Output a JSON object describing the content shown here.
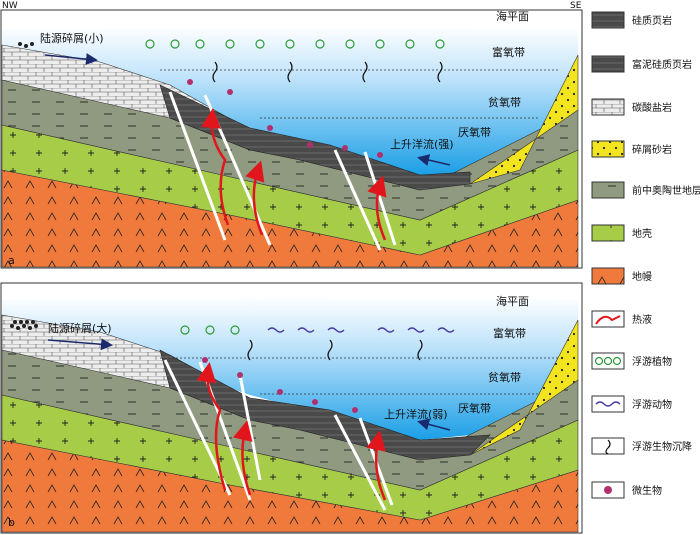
{
  "corner_labels": {
    "nw": "NW",
    "se": "SE"
  },
  "panel_a": {
    "label": "a",
    "sea_level": "海平面",
    "detritus": "陆源碎屑(小)",
    "oxic": "富氧带",
    "dysoxic": "贫氧带",
    "anoxic": "厌氧带",
    "upwelling": "上升洋流(强)"
  },
  "panel_b": {
    "label": "b",
    "sea_level": "海平面",
    "detritus": "陆源碎屑(大)",
    "oxic": "富氧带",
    "dysoxic": "贫氧带",
    "anoxic": "厌氧带",
    "upwelling": "上升洋流(弱)"
  },
  "legend": [
    {
      "key": "siliceous-shale",
      "label": "硅质页岩"
    },
    {
      "key": "muddy-siliceous-shale",
      "label": "富泥硅质页岩"
    },
    {
      "key": "carbonate",
      "label": "碳酸盐岩"
    },
    {
      "key": "clastic-sandstone",
      "label": "碎屑砂岩"
    },
    {
      "key": "pre-middle-ordovician",
      "label": "前中奥陶世地层"
    },
    {
      "key": "crust",
      "label": "地壳"
    },
    {
      "key": "mantle",
      "label": "地幔"
    },
    {
      "key": "hydrothermal",
      "label": "热液"
    },
    {
      "key": "planktonic-plants",
      "label": "浮游植物"
    },
    {
      "key": "planktonic-animals",
      "label": "浮游动物"
    },
    {
      "key": "planktonic-settling",
      "label": "浮游生物沉降"
    },
    {
      "key": "microorganisms",
      "label": "微生物"
    }
  ],
  "colors": {
    "mantle": "#f07a3c",
    "crust": "#a6cc48",
    "strata": "#8f9a80",
    "shale": "#4a4a4a",
    "carbonate": "#e8e8e8",
    "sandstone": "#f2e41e",
    "water_top": "#eef8ff",
    "water_bottom": "#1b9fe6",
    "hydrothermal": "#e0161c",
    "plankton": "#2f9a3a",
    "animal": "#4a3fa0",
    "microbe": "#b0306e"
  }
}
